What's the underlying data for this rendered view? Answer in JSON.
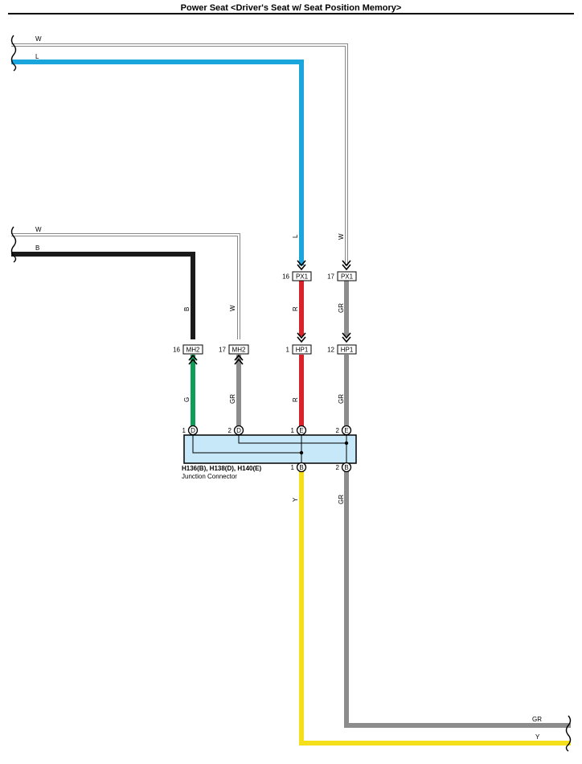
{
  "title": "Power Seat <Driver's Seat w/ Seat Position Memory>",
  "colors": {
    "L": "#1aa5dc",
    "R": "#d8232a",
    "B": "#1a1a1a",
    "G": "#0f9d58",
    "GR": "#8c8c8c",
    "Y": "#f5de1a",
    "W": "#ffffff",
    "junction_fill": "#c6e8f9"
  },
  "wires": {
    "top_w": "W",
    "top_l": "L",
    "mid_w": "W",
    "mid_b": "B",
    "l_vertical": "L",
    "w_vertical": "W",
    "px1_16_below": "R",
    "px1_17_below": "GR",
    "mh2_16_above": "B",
    "mh2_17_above": "W",
    "mh2_16_below": "G",
    "mh2_17_below": "GR",
    "hp1_1_below": "R",
    "hp1_12_below": "GR",
    "b1_below": "Y",
    "b2_below": "GR",
    "bottom_gr": "GR",
    "bottom_y": "Y"
  },
  "connectors": {
    "px1_a": {
      "pin": "16",
      "name": "PX1"
    },
    "px1_b": {
      "pin": "17",
      "name": "PX1"
    },
    "hp1_a": {
      "pin": "1",
      "name": "HP1"
    },
    "hp1_b": {
      "pin": "12",
      "name": "HP1"
    },
    "mh2_a": {
      "pin": "16",
      "name": "MH2"
    },
    "mh2_b": {
      "pin": "17",
      "name": "MH2"
    }
  },
  "junction": {
    "title": "H136(B), H138(D), H140(E)",
    "subtitle": "Junction Connector",
    "terminals": [
      {
        "pin": "1",
        "letter": "D"
      },
      {
        "pin": "2",
        "letter": "D"
      },
      {
        "pin": "1",
        "letter": "E"
      },
      {
        "pin": "2",
        "letter": "E"
      },
      {
        "pin": "1",
        "letter": "B"
      },
      {
        "pin": "2",
        "letter": "B"
      }
    ]
  }
}
